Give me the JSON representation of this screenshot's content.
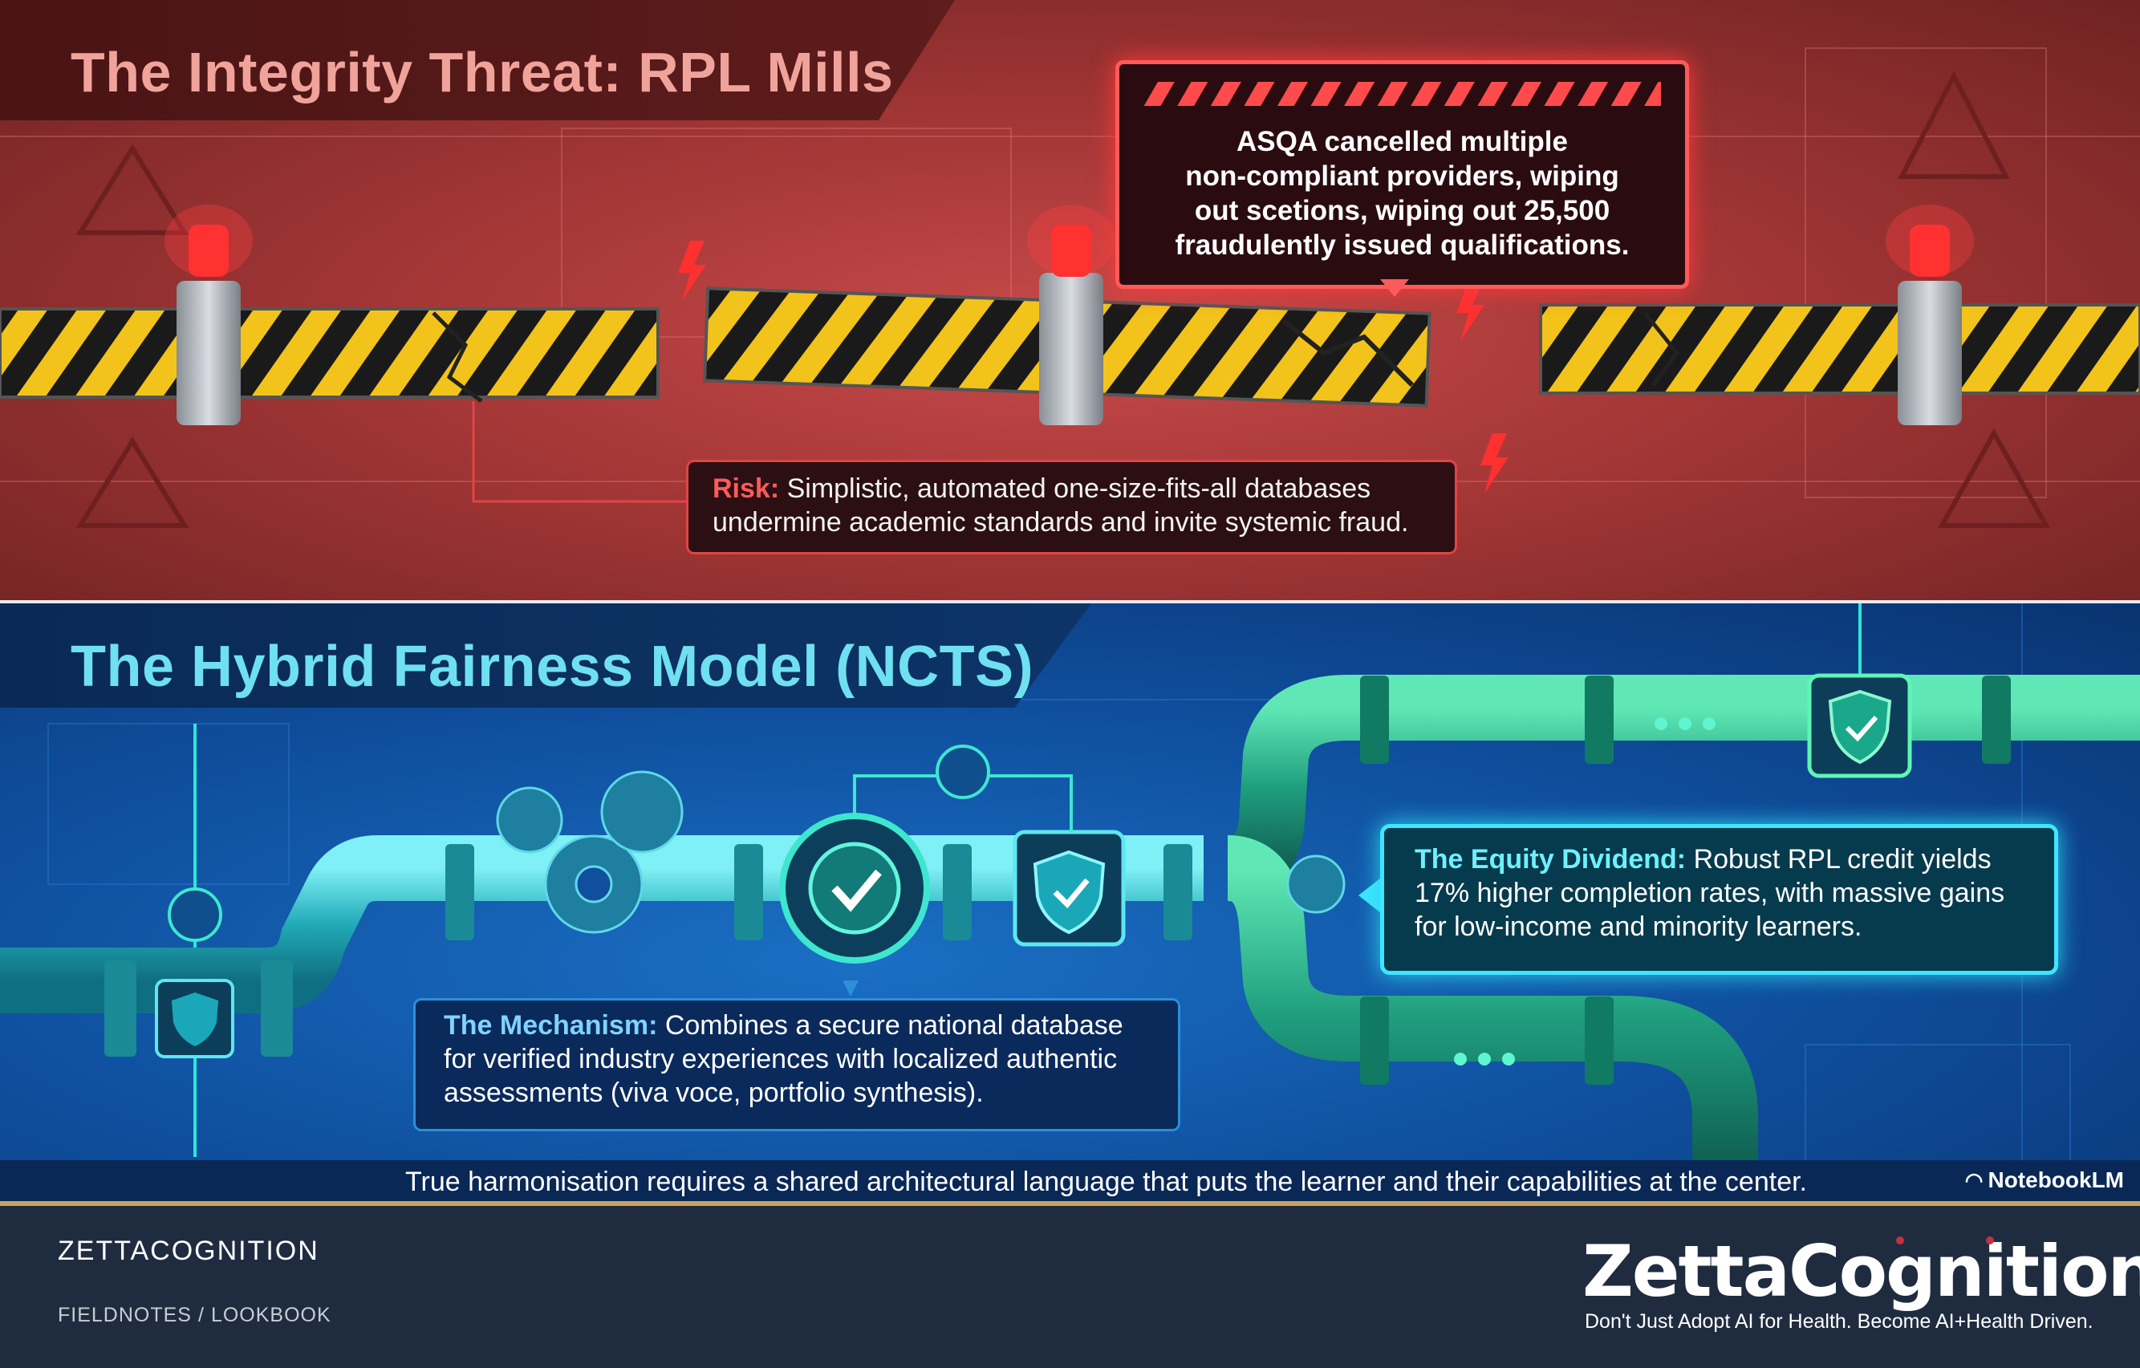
{
  "top_panel": {
    "title": "The Integrity Threat: RPL Mills",
    "alert": "ASQA cancelled multiple\nnon-compliant providers, wiping\nout scetions, wiping out 25,500\nfraudulently issued qualifications.",
    "risk_label": "Risk:",
    "risk_text": " Simplistic, automated one-size-fits-all databases undermine academic standards and invite systemic fraud."
  },
  "bottom_panel": {
    "title": "The Hybrid Fairness Model (NCTS)",
    "mechanism_label": "The Mechanism:",
    "mechanism_text": " Combines a secure national database for verified industry experiences with localized authentic assessments (viva voce, portfolio synthesis).",
    "equity_label": "The Equity Dividend:",
    "equity_text": " Robust RPL credit yields 17% higher completion rates, with massive gains for low-income and minority learners.",
    "caption": "True harmonisation requires a shared architectural language that puts the learner and their capabilities at the center.",
    "watermark": "NotebookLM"
  },
  "footer": {
    "brand": "ZETTACOGNITION",
    "breadcrumb": [
      "FIELDNOTES",
      "LOOKBOOK"
    ],
    "separator": "/",
    "logo_text": "ZettaCognition",
    "tagline": "Don't Just Adopt AI for Health. Become AI+Health Driven."
  },
  "colors": {
    "top_bg": "#a33636",
    "bottom_bg": "#0f4f9e",
    "footer_bg": "#1f2c40",
    "accent_red": "#ff5a5a",
    "accent_cyan": "#3ee6ff",
    "gold_line": "#c9a25a"
  }
}
